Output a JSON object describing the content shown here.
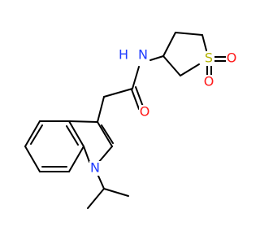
{
  "colors": {
    "bond": "#000000",
    "nitrogen": "#1f3cff",
    "oxygen": "#ff1a1a",
    "sulfur": "#b3b300",
    "background": "#ffffff"
  },
  "atoms": {
    "amide_n": {
      "text": "N",
      "element": "N"
    },
    "amide_h": {
      "text": "H",
      "element": "N"
    },
    "carbonyl_o": {
      "text": "O",
      "element": "O"
    },
    "sulfone_s": {
      "text": "S",
      "element": "S"
    },
    "sulfone_o_right": {
      "text": "O",
      "element": "O"
    },
    "sulfone_o_down": {
      "text": "O",
      "element": "O"
    },
    "indole_n": {
      "text": "N",
      "element": "N"
    }
  }
}
